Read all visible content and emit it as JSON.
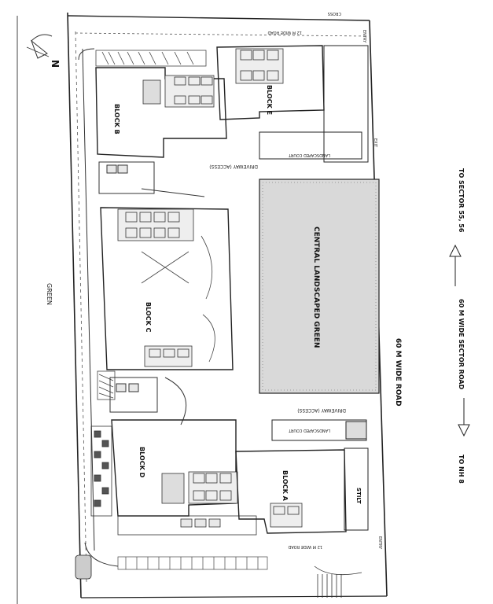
{
  "labels": {
    "block_a": "BLOCK A",
    "block_b": "BLOCK B",
    "block_c": "BLOCK C",
    "block_d": "BLOCK D",
    "block_e": "BLOCK E",
    "stilt": "STILT",
    "central_green": "CENTRAL LANDSCAPED GREEN",
    "road_60m": "60 M WIDE ROAD",
    "road_sector": "60 M WIDE SECTOR ROAD",
    "to_sector": "TO SECTOR 55, 56",
    "to_nh8": "TO NH 8",
    "green_left": "GREEN",
    "north_n": "N",
    "driveway_top": "DRIVEWAY (ACCESS)",
    "driveway_bottom": "DRIVEWAY (ACCESS)",
    "landscaped_top": "LANDSCAPED COURT",
    "landscaped_bottom": "LANDSCAPED COURT",
    "road_top_right": "12 M WIDE ROAD",
    "road_bottom_right": "12 M WIDE ROAD",
    "corner_top": "CROSS",
    "entry_top": "ENTRY",
    "entry_bottom": "ENTRY",
    "exit_top": "EXIT"
  }
}
